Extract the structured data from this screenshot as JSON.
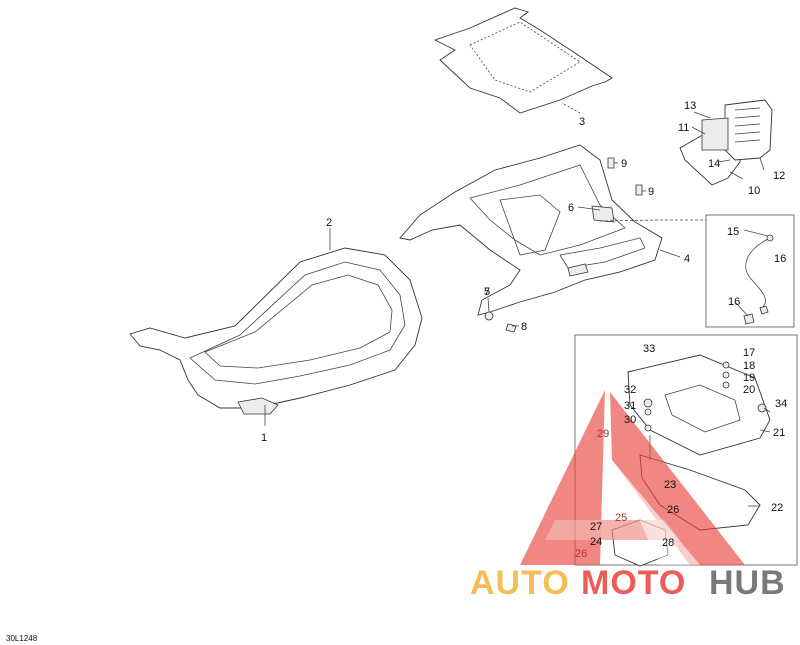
{
  "diagram_code": "30L1248",
  "callouts": [
    "1",
    "2",
    "3",
    "4",
    "5",
    "6",
    "7",
    "8",
    "9",
    "9",
    "10",
    "11",
    "12",
    "13",
    "14",
    "15",
    "16",
    "16",
    "17",
    "18",
    "19",
    "20",
    "21",
    "22",
    "23",
    "24",
    "25",
    "26",
    "26",
    "27",
    "28",
    "29",
    "30",
    "31",
    "32",
    "33",
    "34"
  ],
  "watermark": {
    "brand_part1": "AUTO",
    "brand_part2": "MOTO",
    "brand_part3": "HUB",
    "colors": {
      "orange": "#f4b13a",
      "red": "#e8433c",
      "gray": "#6b6b6b"
    }
  }
}
